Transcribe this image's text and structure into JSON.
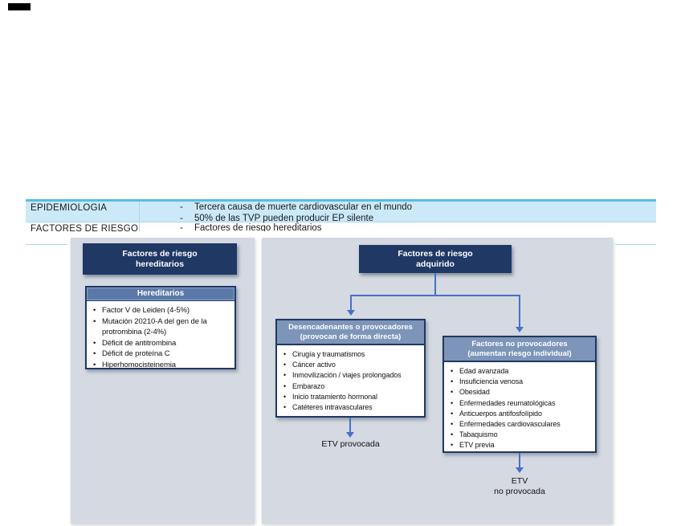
{
  "colors": {
    "navy": "#1f3864",
    "bar": "#5b79a8",
    "slate": "#7d95b8",
    "panel": "#d4d9e2",
    "arrow": "#4472c4",
    "table_bg": "#cbe9f8",
    "table_border": "#a6d9f2",
    "table_top": "#54bfe8"
  },
  "table": {
    "rows": [
      {
        "label": "EPIDEMIOLOGIA",
        "items": [
          "Tercera causa de muerte cardiovascular en el mundo",
          "50% de las TVP pueden producir EP silente"
        ]
      },
      {
        "label": "FACTORES DE RIESGO",
        "items": [
          "Factores de riesgo hereditarios"
        ]
      }
    ]
  },
  "figure": {
    "hereditary": {
      "title_line1": "Factores de riesgo",
      "title_line2": "hereditarios",
      "box_title": "Hereditarios",
      "items": [
        "Factor V de Leiden (4-5%)",
        "Mutación 20210-A del gen de la protrombina (2-4%)",
        "Déficit de antitrombina",
        "Déficit de proteína C",
        "Hiperhomocisteinemia"
      ]
    },
    "acquired": {
      "title_line1": "Factores de riesgo",
      "title_line2": "adquirido",
      "provokers": {
        "title_line1": "Desencadenantes o provocadores",
        "title_line2": "(provocan de forma directa)",
        "items": [
          "Cirugía y traumatismos",
          "Cáncer activo",
          "Inmovilización / viajes prolongados",
          "Embarazo",
          "Inicio tratamiento hormonal",
          "Catéteres intravasculares"
        ],
        "outcome": "ETV provocada"
      },
      "non_provokers": {
        "title_line1": "Factores no provocadores",
        "title_line2": "(aumentan riesgo individual)",
        "items": [
          "Edad avanzada",
          "Insuficiencia venosa",
          "Obesidad",
          "Enfermedades reumatológicas",
          "Anticuerpos antifosfolípido",
          "Enfermedades cardiovasculares",
          "Tabaquismo",
          "ETV previa"
        ],
        "outcome_line1": "ETV",
        "outcome_line2": "no provocada"
      }
    }
  }
}
